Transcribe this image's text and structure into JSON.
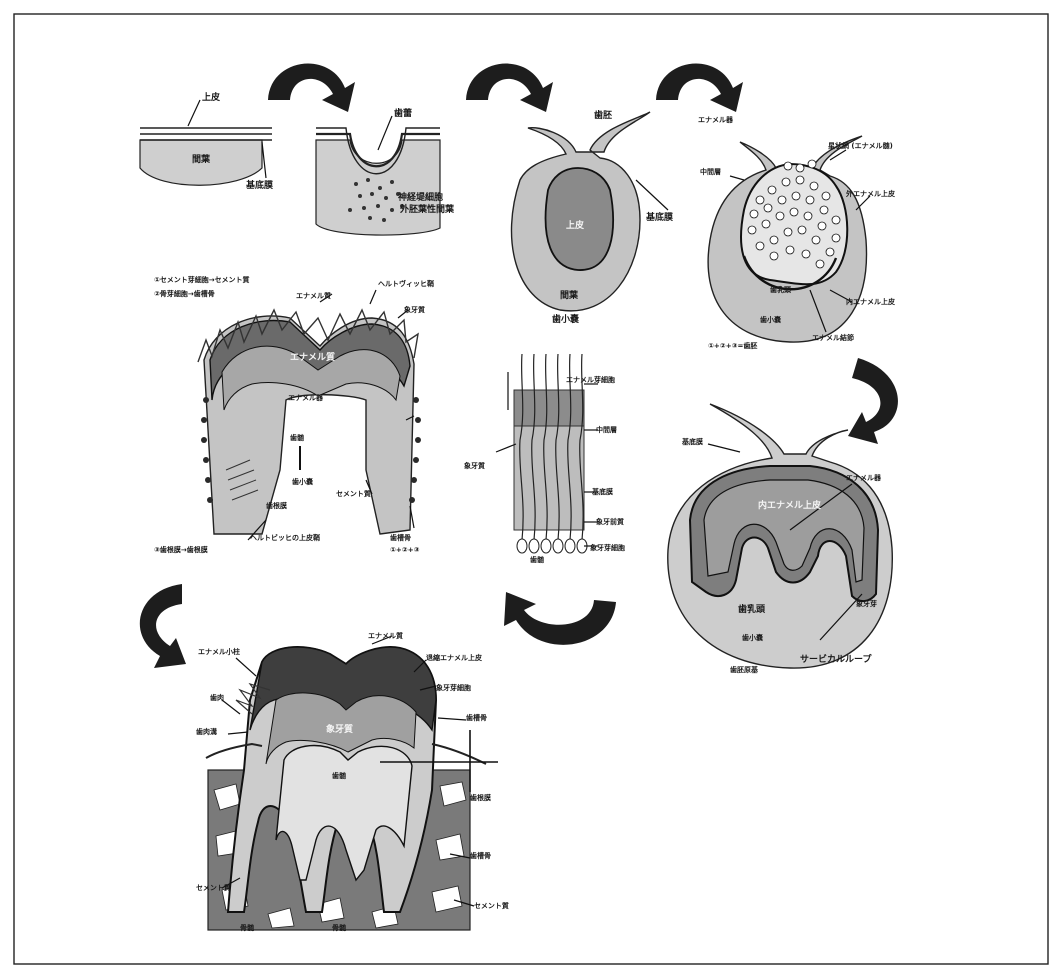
{
  "stages": {
    "initiation": {
      "labels": {
        "epithelium": "上皮",
        "mesenchyme": "間葉",
        "basement_membrane": "基底膜"
      }
    },
    "bud": {
      "labels": {
        "enamel_organ": "歯蕾",
        "neural_crest": "神経堤細胞",
        "mesenchyme": "外胚葉性間葉"
      }
    },
    "cap": {
      "labels": {
        "top": "歯胚",
        "epithelium": "上皮",
        "basement_membrane": "基底膜",
        "mesenchyme": "間葉",
        "dental_sac": "歯小嚢"
      }
    },
    "bell_early": {
      "labels": {
        "outer_epithelium": "エナメル器",
        "stellate": "星状網 (エナメル髄)",
        "outer_enamel_epithelium": "外エナメル上皮",
        "stratum": "中間層",
        "dental_papilla": "歯乳頭",
        "inner_enamel_epithelium": "内エナメル上皮",
        "sac": "歯小嚢",
        "inner_line": "エナメル結節",
        "formula": "①+②+③=歯胚"
      }
    },
    "bell_late": {
      "labels": {
        "basement_membrane": "基底膜",
        "enamel_organ": "エナメル器",
        "inner_enamel": "内エナメル上皮",
        "dental_papilla": "歯乳頭",
        "odontoblast": "象牙芽",
        "sac": "歯小嚢",
        "cervical_loop": "サービカルループ",
        "tooth_germ": "歯胚原基"
      }
    },
    "apposition": {
      "labels": {
        "ameloblast": "エナメル芽細胞",
        "stratum": "中間層",
        "enamel": "象牙質",
        "basement": "基底膜",
        "predentin": "象牙前質",
        "odontoblast": "象牙芽細胞",
        "dental_pulp": "歯髄"
      }
    },
    "crown": {
      "labels": {
        "note1": "①セメント芽細胞→セメント質",
        "note2": "②骨芽細胞→歯槽骨",
        "enamel": "エナメル質",
        "hertwig": "ヘルトヴィッヒ鞘",
        "dentin": "象牙質",
        "enamel_layer": "エナメル質",
        "enamel_organ": "エナメル器",
        "pulp": "歯髄",
        "sac": "歯小嚢",
        "cementum": "セメント質",
        "periodontal": "歯根膜",
        "root_sheath": "ヘルトビッヒの上皮鞘",
        "note3": "③歯根膜→歯根膜",
        "formula": "①+②+③",
        "alveolar": "歯槽骨"
      }
    },
    "complete": {
      "labels": {
        "enamel": "エナメル質",
        "epithelium": "エナメル小柱",
        "gingiva": "歯肉",
        "reduced": "退縮エナメル上皮",
        "dentin": "象牙質",
        "sulcus": "歯肉溝",
        "pulp": "歯髄",
        "odontoblast": "象牙芽細胞",
        "bone": "歯槽骨",
        "periodontal": "歯根膜",
        "alveolar": "歯槽骨",
        "cementum": "セメント質",
        "cementum2": "セメント質",
        "root": "骨髄",
        "marrow": "骨髄"
      }
    }
  },
  "colors": {
    "mesenchyme": "#c9c9c9",
    "epithelium_dark": "#5a5a5a",
    "enamel_organ": "#8e8e8e",
    "papilla": "#d8d8d8",
    "bone": "#6e6e6e",
    "arrow": "#1d1d1d"
  }
}
